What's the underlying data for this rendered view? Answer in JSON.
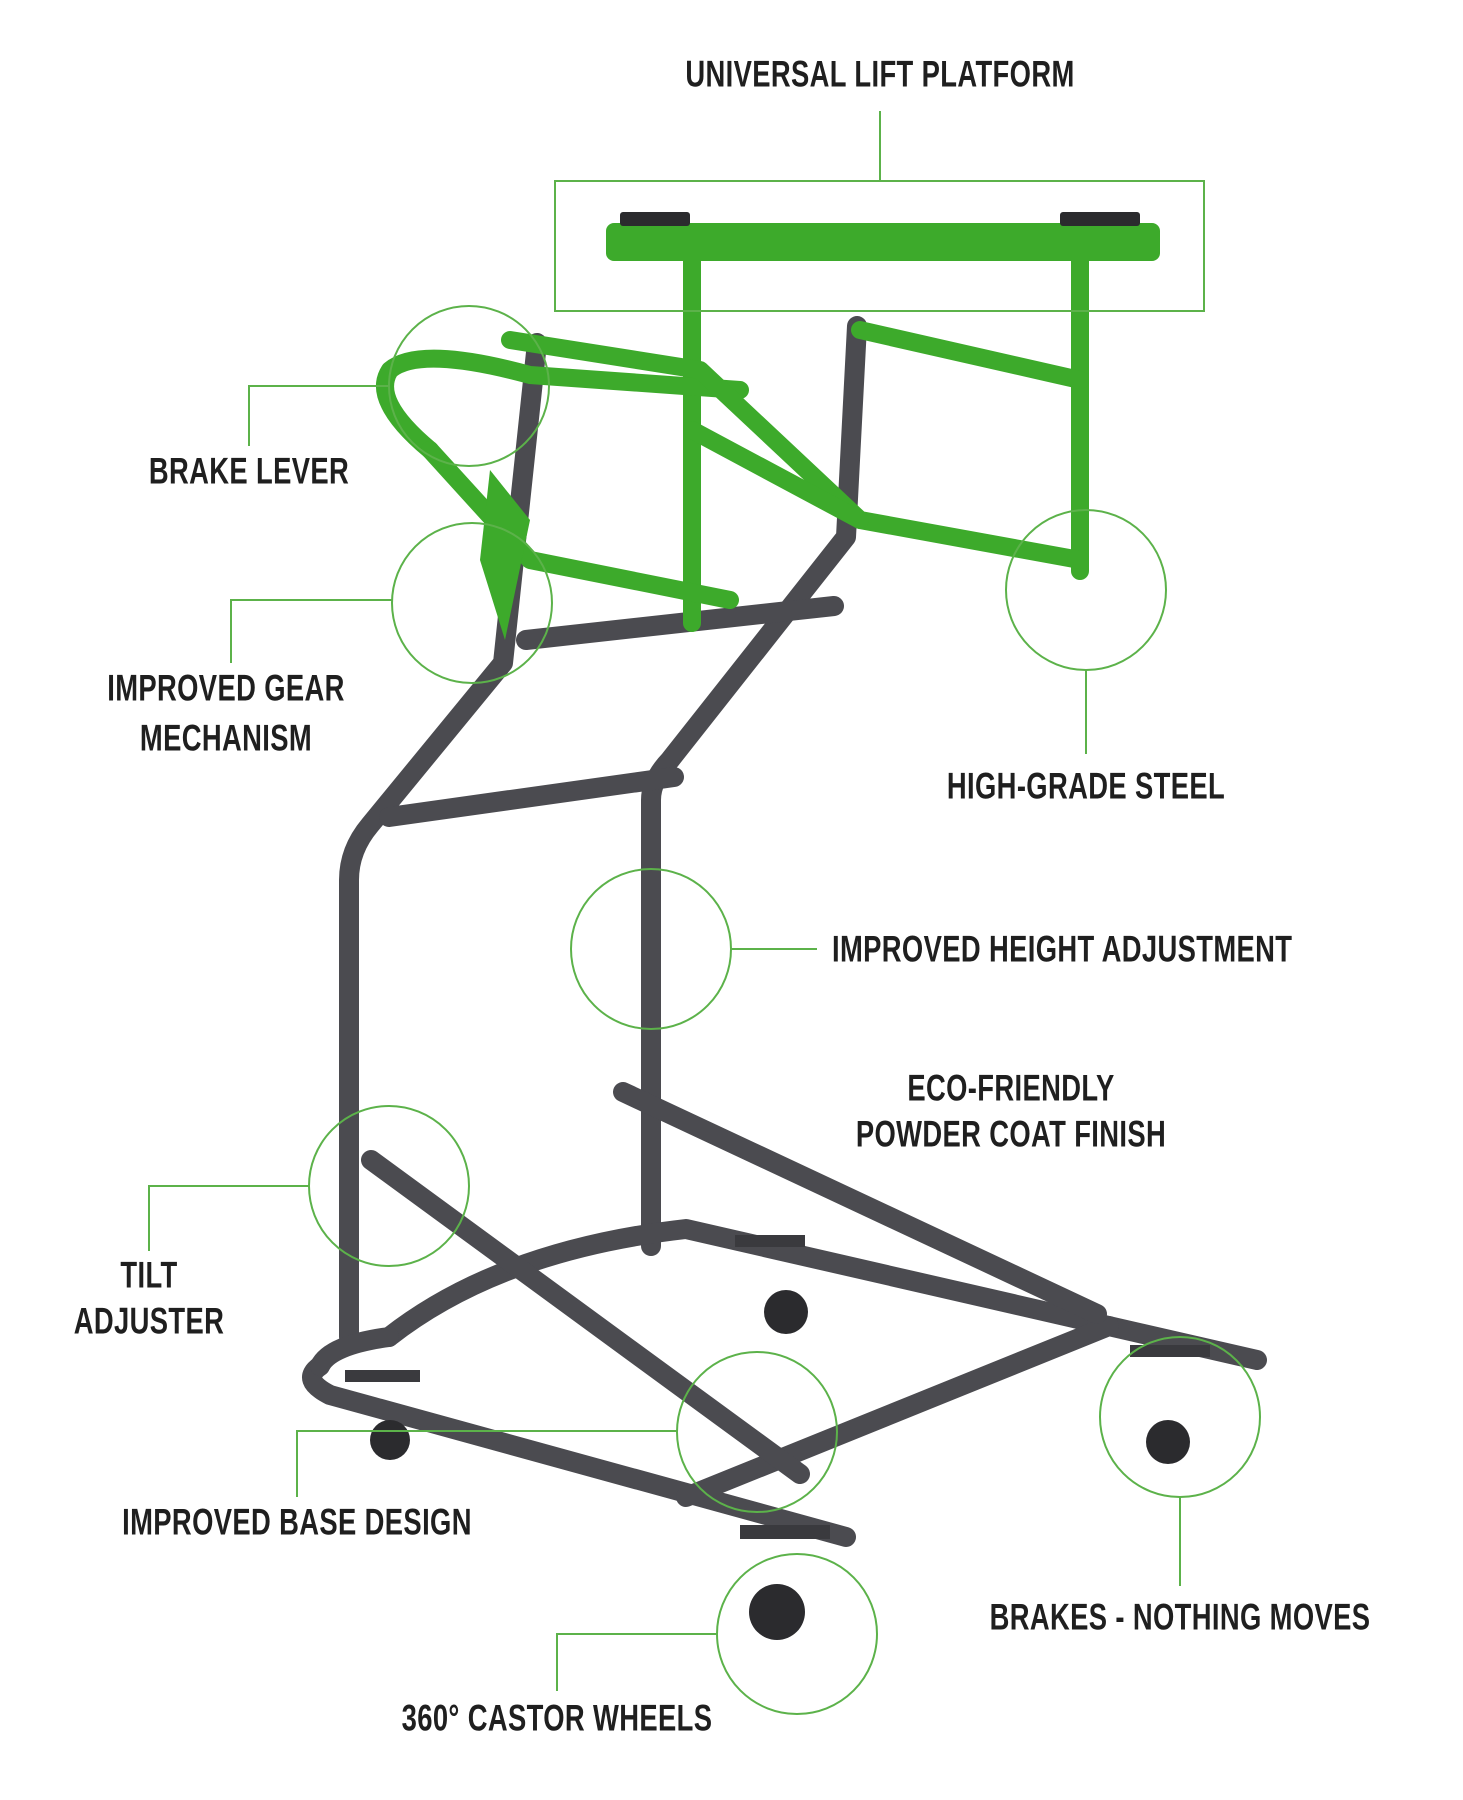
{
  "colors": {
    "accent": "#5cb24a",
    "frame_green": "#3daa2b",
    "frame_gray": "#4b4b50",
    "text": "#1f1f1f"
  },
  "callouts": {
    "platform": "UNIVERSAL LIFT PLATFORM",
    "brake_lever": "BRAKE LEVER",
    "gear_1": "IMPROVED GEAR",
    "gear_2": "MECHANISM",
    "steel": "HIGH-GRADE STEEL",
    "height": "IMPROVED HEIGHT ADJUSTMENT",
    "eco_1": "ECO-FRIENDLY",
    "eco_2": "POWDER COAT FINISH",
    "tilt_1": "TILT",
    "tilt_2": "ADJUSTER",
    "base": "IMPROVED BASE DESIGN",
    "brakes": "BRAKES - NOTHING MOVES",
    "castor": "360° CASTOR WHEELS"
  }
}
